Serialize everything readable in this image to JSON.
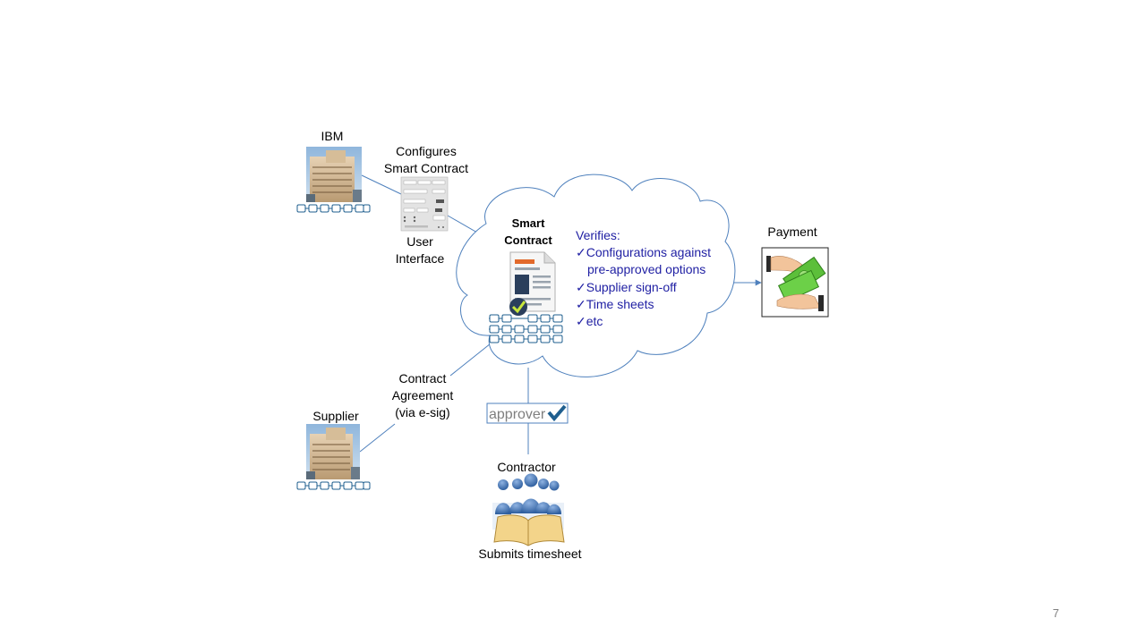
{
  "nodes": {
    "ibm": "IBM",
    "configures": [
      "Configures",
      "Smart Contract"
    ],
    "ui": [
      "User",
      "Interface"
    ],
    "smart_contract": [
      "Smart",
      "Contract"
    ],
    "supplier": "Supplier",
    "contract_agreement": [
      "Contract",
      "Agreement",
      "(via e-sig)"
    ],
    "approver_logo": "approver",
    "contractor": "Contractor",
    "submits": "Submits timesheet",
    "payment": "Payment"
  },
  "verifies": {
    "heading": "Verifies:",
    "items": [
      {
        "text": "Configurations against",
        "check": true
      },
      {
        "text": "pre-approved options",
        "check": false
      },
      {
        "text": "Supplier sign-off",
        "check": true
      },
      {
        "text": "Time sheets",
        "check": true
      },
      {
        "text": "etc",
        "check": true
      }
    ]
  },
  "colors": {
    "line": "#4f81bd",
    "verify_text": "#1f1fa3",
    "chain": "#1f5f8f"
  },
  "page_number": "7"
}
